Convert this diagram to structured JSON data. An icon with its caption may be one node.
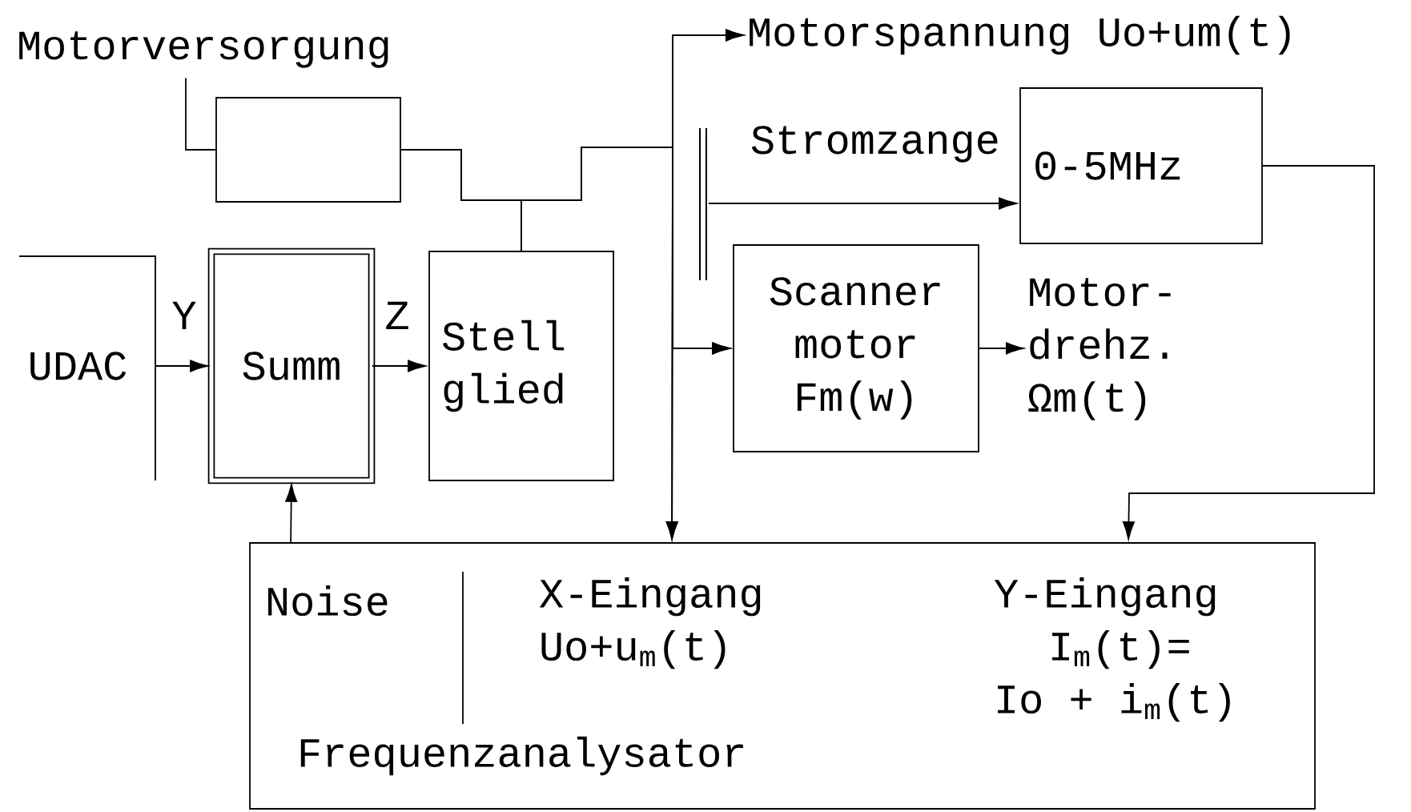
{
  "diagram": {
    "nodes": [
      {
        "text": [
          "Motorversorgung"
        ]
      },
      {
        "text": [],
        "shape": "box"
      },
      {
        "text": [
          "Motorspannung Uo+um(t)"
        ]
      },
      {
        "text": [],
        "shape": "bar",
        "beside": [
          "Stromzange"
        ]
      },
      {
        "text": [
          "0-5MHz"
        ]
      },
      {
        "text": [
          "UDAC"
        ]
      },
      {
        "text": [
          "Summ"
        ]
      },
      {
        "text": [
          "Stell glied"
        ]
      },
      {
        "text": [
          "Scanner motor Fm(w)"
        ]
      },
      {
        "text": [
          "Motor- drehz. Ωm(t)"
        ]
      },
      {
        "text": [
          "Noise",
          "X-Eingang Uo+u$_{m}$(t)",
          "Y-Eingang I$_{m}$(t)= Io + i$_{m}$(t)",
          "Frequenzanalysator"
        ]
      }
    ],
    "edges": [
      {
        "from": 0,
        "to": 1,
        "arrow": "none"
      },
      {
        "from": 1,
        "to": 2,
        "arrow": "to"
      },
      {
        "from": 1,
        "to": 8,
        "arrow": "to"
      },
      {
        "from": 1,
        "to": 10,
        "arrow": "to"
      },
      {
        "from": 7,
        "to": 2,
        "arrow": "to"
      },
      {
        "from": 7,
        "to": 8,
        "arrow": "to"
      },
      {
        "from": 7,
        "to": 10,
        "arrow": "to"
      },
      {
        "from": 3,
        "to": 4,
        "arrow": "to"
      },
      {
        "from": 4,
        "to": 10,
        "arrow": "to"
      },
      {
        "from": 5,
        "to": 6,
        "arrow": "to",
        "label": "Y"
      },
      {
        "from": 6,
        "to": 7,
        "arrow": "to",
        "label": "Z"
      },
      {
        "from": 8,
        "to": 9,
        "arrow": "to"
      },
      {
        "from": 10,
        "to": 6,
        "arrow": "to"
      }
    ]
  }
}
